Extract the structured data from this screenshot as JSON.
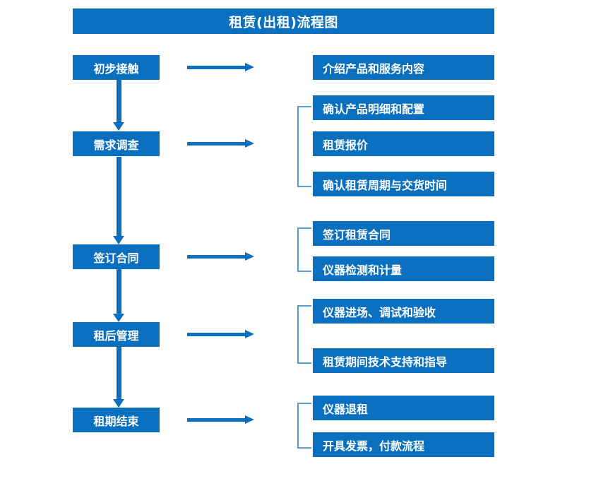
{
  "title": "租赁(出租)流程图",
  "colors": {
    "primary": "#0B6FBF",
    "bracket": "#5B9BD5",
    "text_on_primary": "#FFFFFF",
    "background": "#FFFFFF"
  },
  "stages": [
    {
      "label": "初步接触"
    },
    {
      "label": "需求调查"
    },
    {
      "label": "签订合同"
    },
    {
      "label": "租后管理"
    },
    {
      "label": "租期结束"
    }
  ],
  "details": [
    {
      "label": "介绍产品和服务内容"
    },
    {
      "label": "确认产品明细和配置"
    },
    {
      "label": "租赁报价"
    },
    {
      "label": "确认租赁周期与交货时间"
    },
    {
      "label": "签订租赁合同"
    },
    {
      "label": "仪器检测和计量"
    },
    {
      "label": "仪器进场、调试和验收"
    },
    {
      "label": "租赁期间技术支持和指导"
    },
    {
      "label": "仪器退租"
    },
    {
      "label": "开具发票，付款流程"
    }
  ]
}
